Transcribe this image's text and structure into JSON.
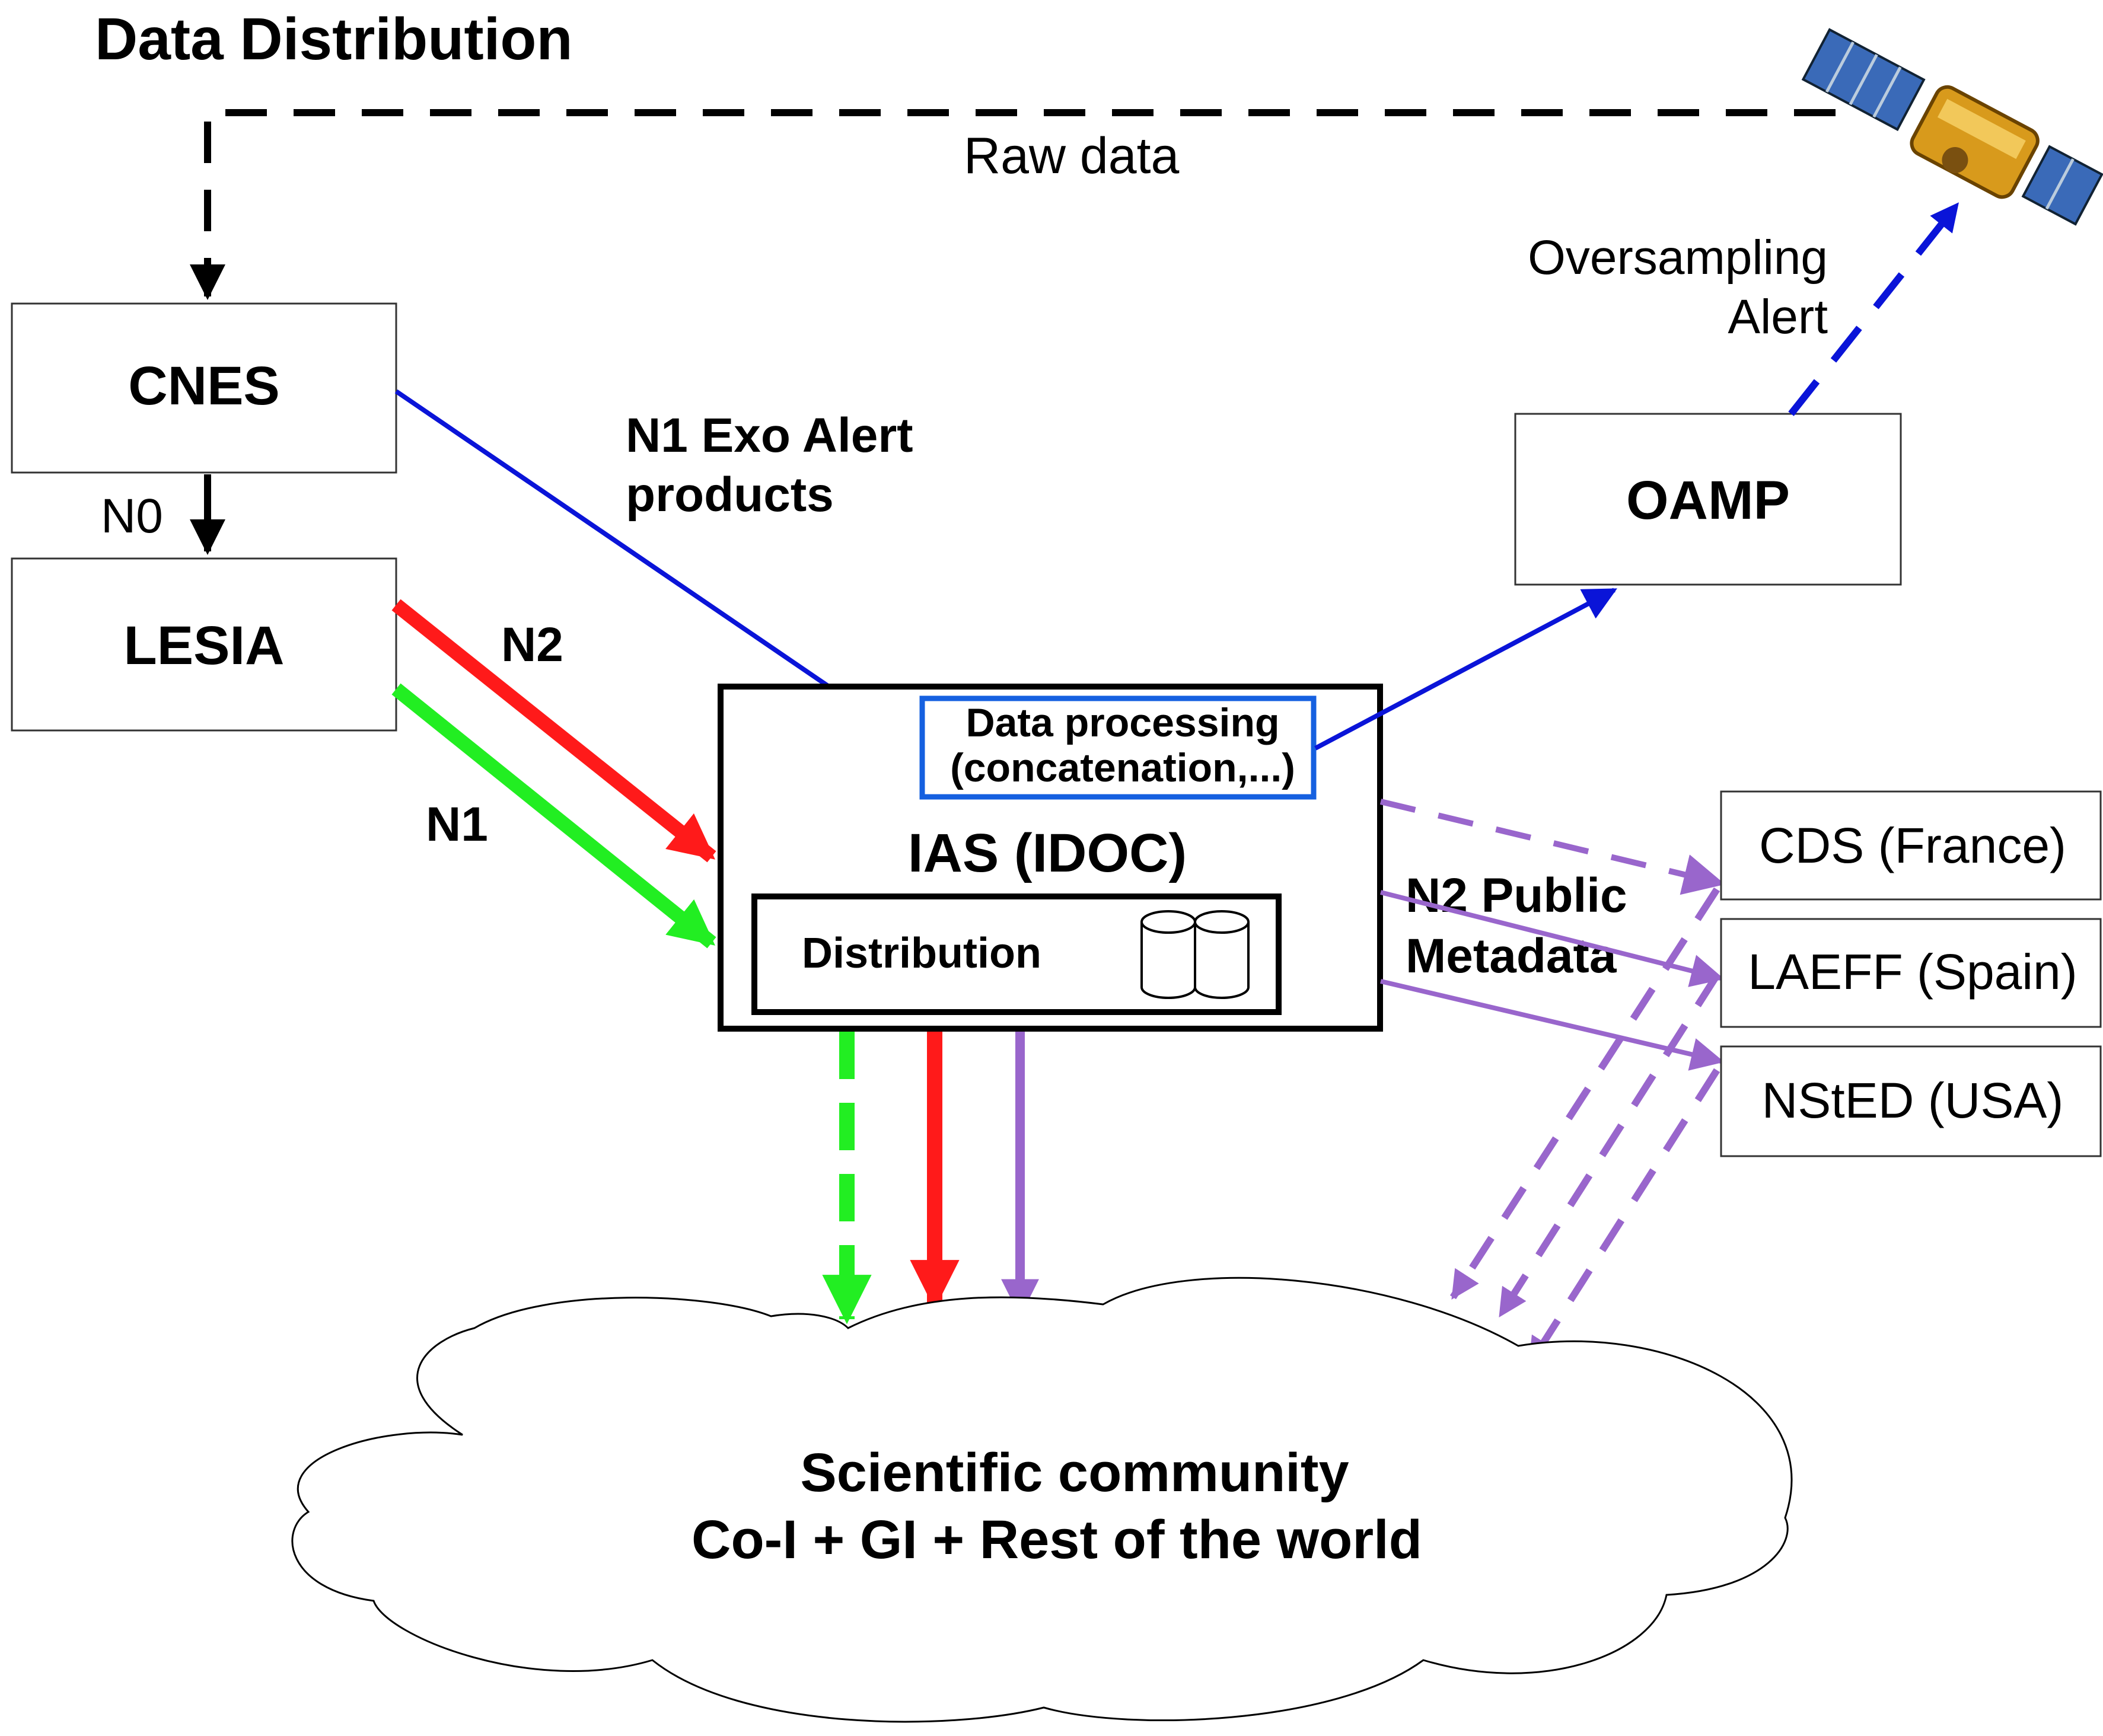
{
  "title": "Data Distribution",
  "nodes": {
    "cnes": "CNES",
    "lesia": "LESIA",
    "oamp": "OAMP",
    "ias": "IAS (IDOC)",
    "data_processing_line1": "Data processing",
    "data_processing_line2": "(concatenation,...)",
    "distribution": "Distribution",
    "cds": "CDS (France)",
    "laeff": "LAEFF (Spain)",
    "nsted": "NStED (USA)",
    "community_line1": "Scientific community",
    "community_line2": "Co-I + GI + Rest of the world"
  },
  "labels": {
    "raw_data": "Raw data",
    "n0": "N0",
    "n1_exo_line1": "N1 Exo Alert",
    "n1_exo_line2": "products",
    "n2": "N2",
    "n1": "N1",
    "oversampling_line1": "Oversampling",
    "oversampling_line2": "Alert",
    "n2_public_line1": "N2 Public",
    "n2_public_line2": "Metadata"
  },
  "colors": {
    "black": "#000000",
    "blue": "#0a14d8",
    "red": "#ff1a1a",
    "green": "#22ee22",
    "purple": "#9966cc",
    "processing_border": "#1560e0"
  },
  "icons": {
    "satellite": "satellite-icon",
    "database": "database-icon"
  }
}
